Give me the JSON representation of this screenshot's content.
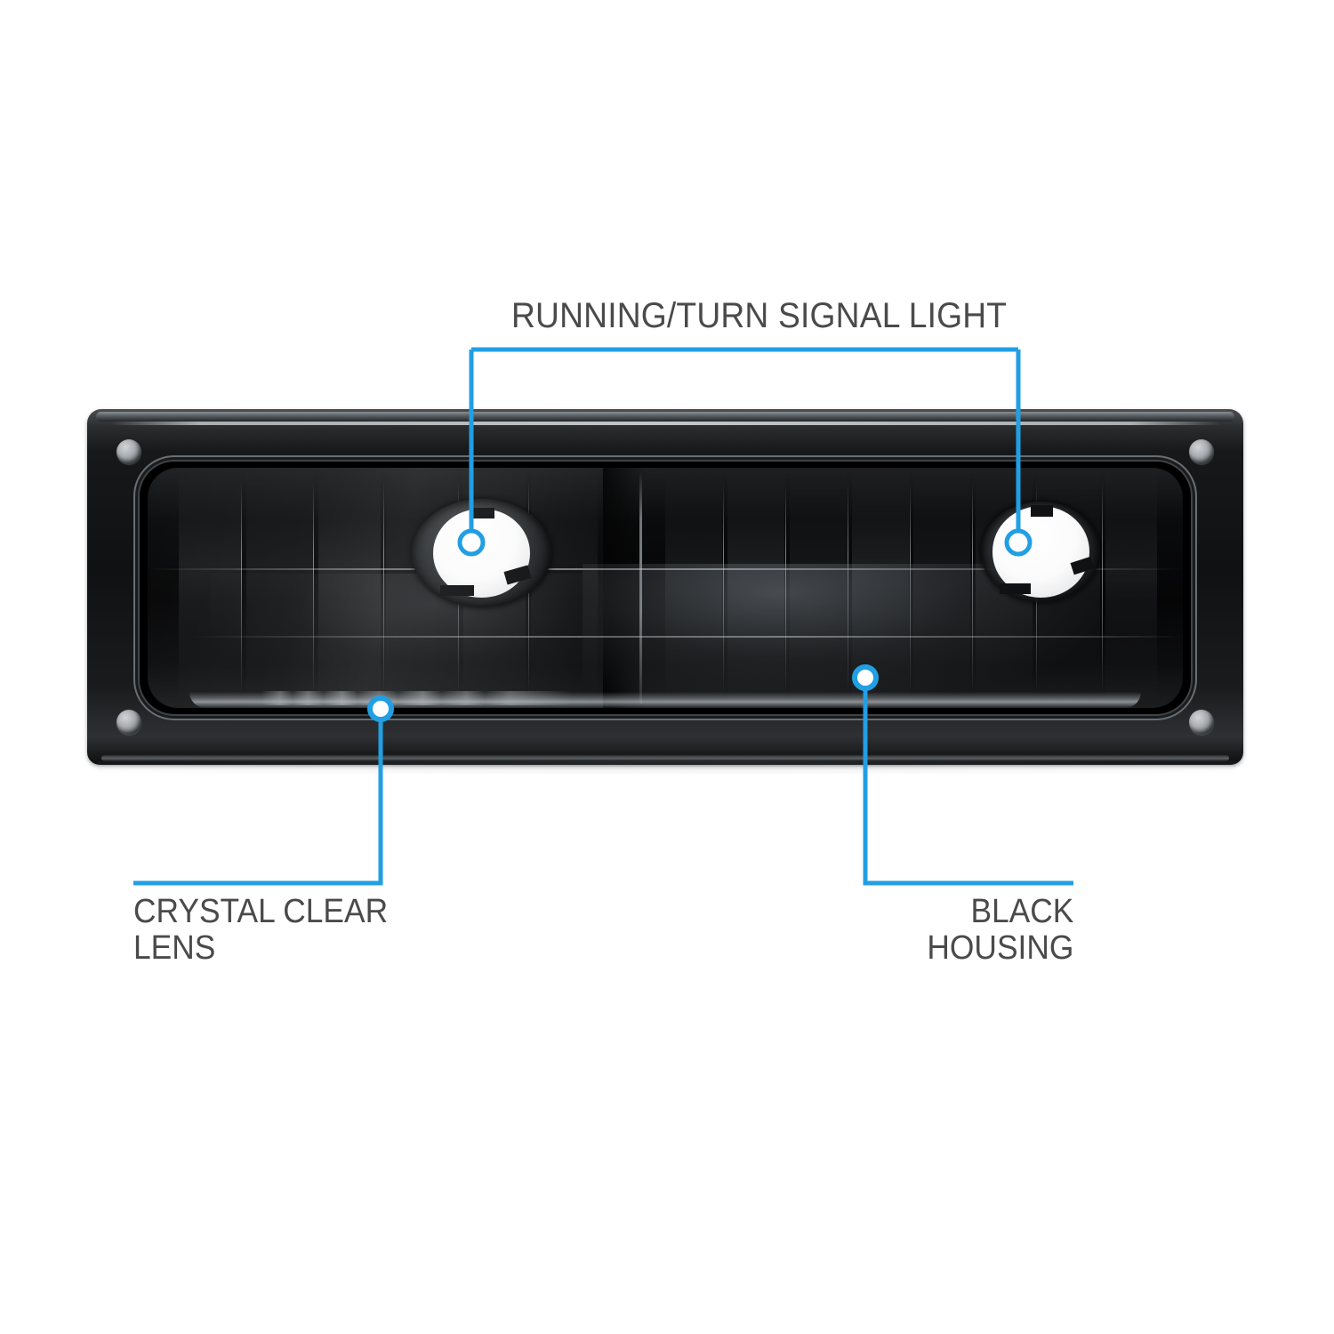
{
  "product": {
    "type": "automotive-bumper-signal-lamp",
    "view": "front",
    "background_color": "#ffffff"
  },
  "theme": {
    "callout_color": "#229FE3",
    "label_color": "#4a4a4a",
    "housing_color": "#0d0e0f",
    "socket_color": "#ffffff"
  },
  "callouts": {
    "top": {
      "label": "RUNNING/TURN SIGNAL LIGHT",
      "targets": [
        "left-bulb-socket",
        "right-bulb-socket"
      ],
      "marker_style": "open-ring"
    },
    "bottom_left": {
      "label": "CRYSTAL CLEAR\nLENS",
      "target": "lens-lower-rim",
      "marker_style": "filled-dot",
      "align": "left"
    },
    "bottom_right": {
      "label": "BLACK\nHOUSING",
      "target": "reflector-housing",
      "marker_style": "filled-dot",
      "align": "right"
    }
  },
  "parts": {
    "mounting_holes": 4,
    "bulb_sockets": 2,
    "socket_labels": [
      "left-bulb-socket",
      "right-bulb-socket"
    ]
  }
}
